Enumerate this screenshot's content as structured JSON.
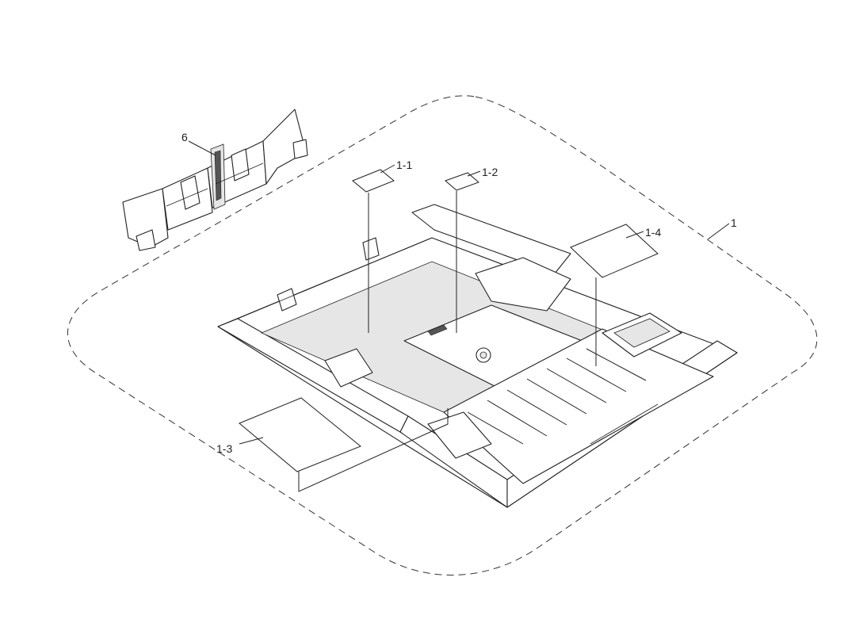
{
  "callouts": {
    "assembly": "1",
    "label_1_1": "1-1",
    "label_1_2": "1-2",
    "label_1_3": "1-3",
    "label_1_4": "1-4",
    "part_6": "6"
  },
  "colors": {
    "line": "#222222",
    "background": "#ffffff"
  }
}
